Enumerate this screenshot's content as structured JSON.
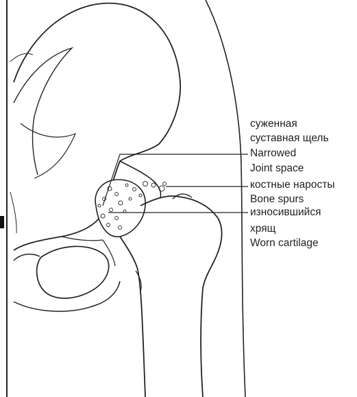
{
  "labels": {
    "narrowed_ru_1": "суженная",
    "narrowed_ru_2": "суставная щель",
    "narrowed_en_1": "Narrowed",
    "narrowed_en_2": "Joint space",
    "spurs_ru": "костные наросты",
    "spurs_en": "Bone spurs",
    "cartilage_ru_1": "износившийся",
    "cartilage_ru_2": "хрящ",
    "cartilage_en": "Worn cartilage"
  },
  "colors": {
    "ink": "#222222",
    "paper": "#ffffff"
  }
}
